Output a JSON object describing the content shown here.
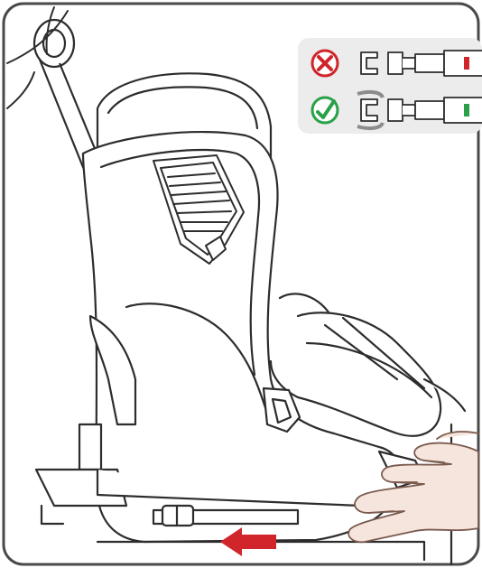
{
  "illustration": {
    "subject": "child-car-seat-isofix-installation",
    "colors": {
      "line": "#2d2d2d",
      "frame": "#4a4a4a",
      "indicator_panel": "#ececec",
      "wrong_red": "#d0252a",
      "correct_green": "#2aa148",
      "connector_grey": "#8c8c8c",
      "hand_fill": "#f6e5dc",
      "hand_stroke": "#7a5a4e",
      "arrow_red": "#d0252a"
    },
    "indicator": {
      "wrong": {
        "icon": "cross-in-circle-icon",
        "state_color": "red"
      },
      "correct": {
        "icon": "check-in-circle-icon",
        "state_color": "green"
      }
    },
    "motion_arrow": {
      "direction": "left",
      "icon": "arrow-left-icon"
    }
  }
}
